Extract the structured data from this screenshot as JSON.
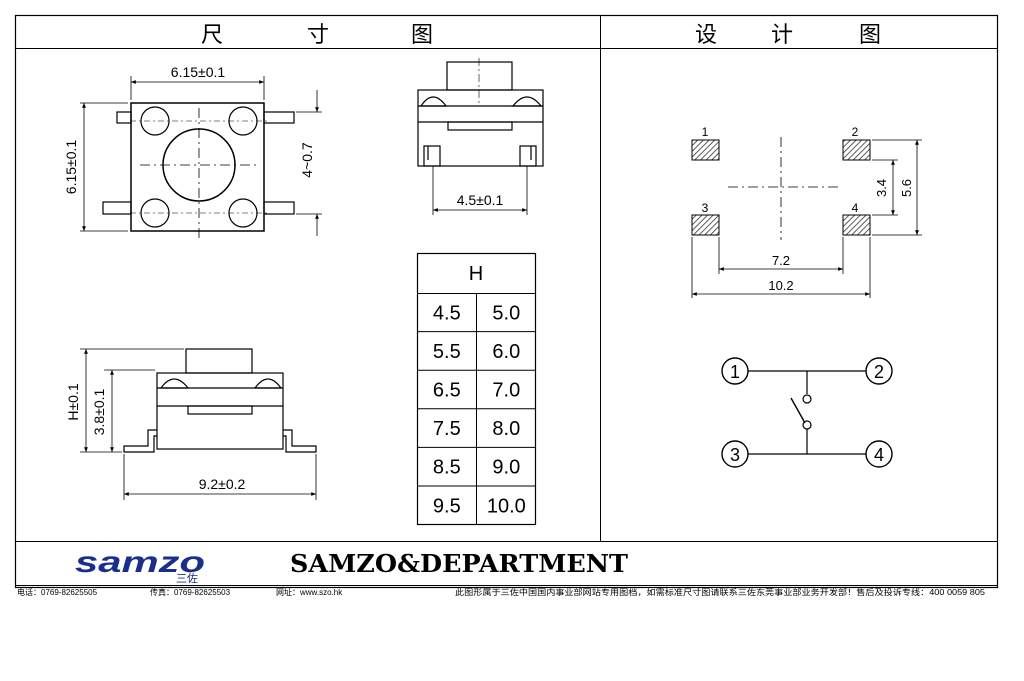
{
  "headers": {
    "left": [
      "尺",
      "寸",
      "图"
    ],
    "right": [
      "设",
      "计",
      "图"
    ]
  },
  "top_view": {
    "dim_width": "6.15±0.1",
    "dim_height": "6.15±0.1",
    "dim_lead": "4~0.7"
  },
  "front_view_top": {
    "dim_width": "4.5±0.1"
  },
  "side_view": {
    "dim_h": "H±0.1",
    "dim_body": "3.8±0.1",
    "dim_width": "9.2±0.2"
  },
  "height_table": {
    "header": "H",
    "rows": [
      [
        "4.5",
        "5.0"
      ],
      [
        "5.5",
        "6.0"
      ],
      [
        "6.5",
        "7.0"
      ],
      [
        "7.5",
        "8.0"
      ],
      [
        "8.5",
        "9.0"
      ],
      [
        "9.5",
        "10.0"
      ]
    ]
  },
  "footprint": {
    "pads": [
      "1",
      "2",
      "3",
      "4"
    ],
    "dim_inner": "7.2",
    "dim_outer": "10.2",
    "dim_vert_inner": "3.4",
    "dim_vert_outer": "5.6"
  },
  "schematic": {
    "pins": [
      "1",
      "2",
      "3",
      "4"
    ]
  },
  "footer": {
    "logo_text": "samzo",
    "logo_cn": "三佐",
    "company": "SAMZO&DEPARTMENT",
    "tel": "电话：0769-82625505",
    "fax": "传真：0769-82625503",
    "web": "网址：www.szo.hk",
    "notice": "此图形属于三佐中国国内事业部网站专用图档，如需标准尺寸图请联系三佐东莞事业部业务开发部！售后及投诉专线：400 0059 805"
  },
  "colors": {
    "line": "#000000",
    "pad_hatch": "#555555",
    "logo_blue": "#1b2f8a"
  }
}
